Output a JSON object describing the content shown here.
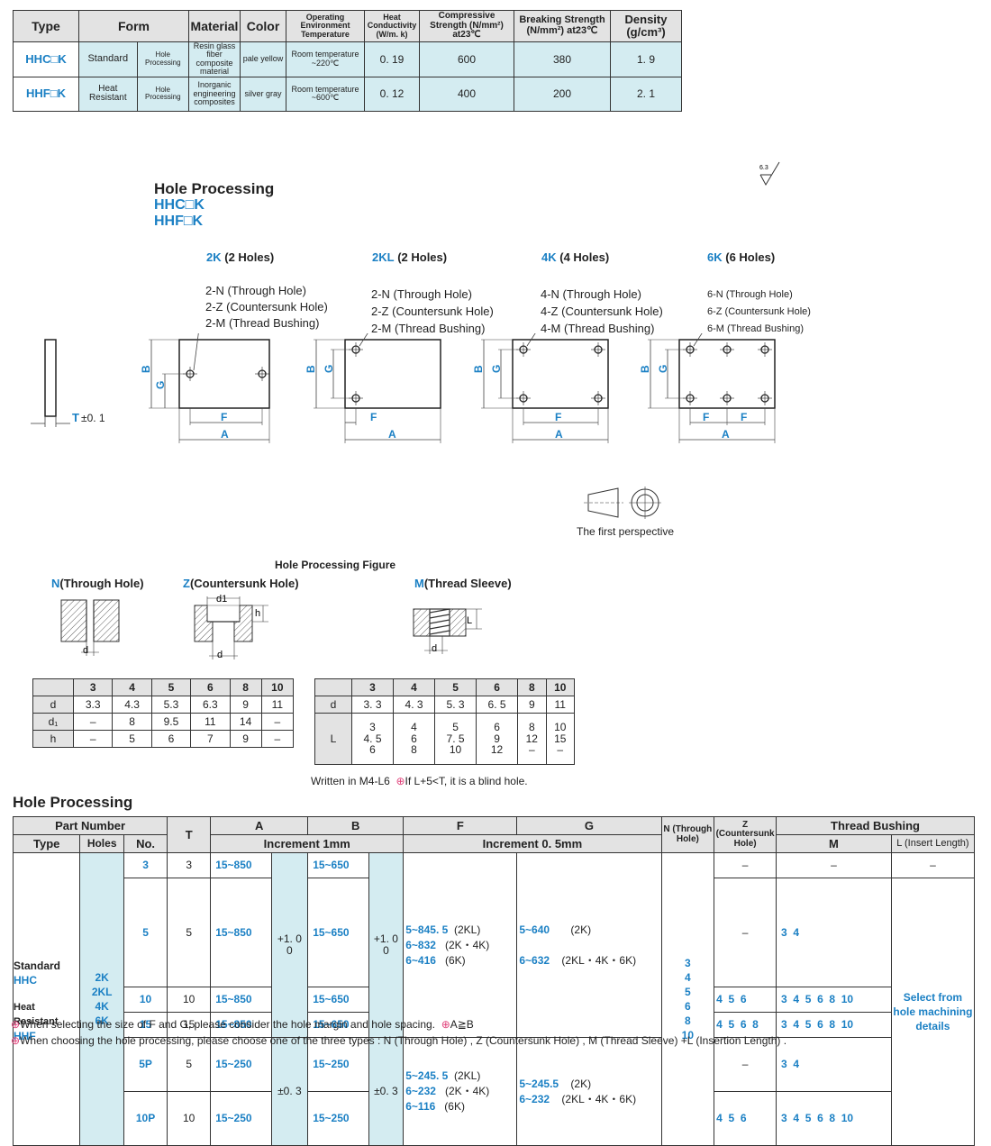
{
  "material_table": {
    "headers": [
      "Type",
      "Form",
      "Material",
      "Color",
      "Operating Environment Temperature",
      "Heat Conductivity (W/m. k)",
      "Compressive Strength (N/mm²) at23℃",
      "Breaking Strength (N/mm²) at23℃",
      "Density (g/cm³)"
    ],
    "rows": [
      {
        "type": "HHC□K",
        "form": "Standard",
        "form2": "Hole Processing",
        "material": "Resin glass fiber composite material",
        "color": "pale yellow",
        "temp": "Room temperature ~220℃",
        "heat": "0. 19",
        "compressive": "600",
        "breaking": "380",
        "density": "1. 9"
      },
      {
        "type": "HHF□K",
        "form": "Heat Resistant",
        "form2": "Hole Processing",
        "material": "Inorganic engineering composites",
        "color": "silver gray",
        "temp": "Room temperature ~600℃",
        "heat": "0. 12",
        "compressive": "400",
        "breaking": "200",
        "density": "2. 1"
      }
    ]
  },
  "roughness_symbol": "6.3",
  "section_title": "Hole Processing",
  "series": [
    "HHC□K",
    "HHF□K"
  ],
  "variants": [
    {
      "code": "2K",
      "desc": "(2 Holes)",
      "lines": [
        "2-N (Through Hole)",
        "2-Z (Countersunk Hole)",
        "2-M (Thread Bushing)"
      ]
    },
    {
      "code": "2KL",
      "desc": "(2 Holes)",
      "lines": [
        "2-N (Through Hole)",
        "2-Z (Countersunk Hole)",
        "2-M (Thread Bushing)"
      ]
    },
    {
      "code": "4K",
      "desc": "(4 Holes)",
      "lines": [
        "4-N (Through Hole)",
        "4-Z (Countersunk Hole)",
        "4-M (Thread Bushing)"
      ]
    },
    {
      "code": "6K",
      "desc": "(6 Holes)",
      "lines": [
        "6-N (Through Hole)",
        "6-Z (Countersunk Hole)",
        "6-M (Thread Bushing)"
      ]
    }
  ],
  "dims": {
    "T": "T",
    "tol": "±0. 1",
    "A": "A",
    "B": "B",
    "F": "F",
    "G": "G"
  },
  "perspective": "The first perspective",
  "hole_figure_title": "Hole Processing Figure",
  "hole_types": {
    "N": {
      "code": "N",
      "label": "(Through Hole)"
    },
    "Z": {
      "code": "Z",
      "label": "(Countersunk Hole)"
    },
    "M": {
      "code": "M",
      "label": "(Thread Sleeve)"
    },
    "d": "d",
    "d1": "d1",
    "h": "h",
    "L": "L"
  },
  "nz_table": {
    "cols": [
      "3",
      "4",
      "5",
      "6",
      "8",
      "10"
    ],
    "d": [
      "3.3",
      "4.3",
      "5.3",
      "6.3",
      "9",
      "11"
    ],
    "d1": [
      "–",
      "8",
      "9.5",
      "11",
      "14",
      "–"
    ],
    "h": [
      "–",
      "5",
      "6",
      "7",
      "9",
      "–"
    ],
    "labels": {
      "d": "d",
      "d1": "d₁",
      "h": "h"
    }
  },
  "m_table": {
    "cols": [
      "3",
      "4",
      "5",
      "6",
      "8",
      "10"
    ],
    "d": [
      "3. 3",
      "4. 3",
      "5. 3",
      "6. 5",
      "9",
      "11"
    ],
    "L": [
      [
        "3",
        "4. 5",
        "6"
      ],
      [
        "4",
        "6",
        "8"
      ],
      [
        "5",
        "7. 5",
        "10"
      ],
      [
        "6",
        "9",
        "12"
      ],
      [
        "8",
        "12",
        "–"
      ],
      [
        "10",
        "15",
        "–"
      ]
    ],
    "labels": {
      "d": "d",
      "L": "L"
    }
  },
  "m_note1": "Written in M4-L6",
  "m_note2": "If L+5<T,  it is a blind hole.",
  "note_mark": "⊕",
  "main_title": "Hole Processing",
  "main_table": {
    "h": {
      "part": "Part Number",
      "type": "Type",
      "holes": "Holes",
      "no": "No.",
      "T": "T",
      "A": "A",
      "B": "B",
      "F": "F",
      "G": "G",
      "inc1": "Increment 1mm",
      "inc05": "Increment 0. 5mm",
      "N": "N (Through Hole)",
      "Z": "Z (Countersunk Hole)",
      "TB": "Thread Bushing",
      "M": "M",
      "L": "L (Insert Length)"
    },
    "type_std": "Standard",
    "type_std_code": "HHC",
    "type_hr": "Heat Resistant",
    "type_hr_code": "HHF",
    "holes": [
      "2K",
      "2KL",
      "4K",
      "6K"
    ],
    "rows": [
      {
        "no": "3",
        "T": "3",
        "A": "15~850",
        "B": "15~650",
        "Z": "–",
        "M": "–",
        "L": "–"
      },
      {
        "no": "5",
        "T": "5",
        "A": "15~850",
        "B": "15~650",
        "Z": "–",
        "M": "3  4"
      },
      {
        "no": "10",
        "T": "10",
        "A": "15~850",
        "B": "15~650",
        "Z": "4  5  6",
        "M": "3  4  5  6  8  10"
      },
      {
        "no": "15",
        "T": "15",
        "A": "15~850",
        "B": "15~650",
        "Z": "4  5  6  8",
        "M": "3  4  5  6  8  10"
      },
      {
        "no": "5P",
        "T": "5",
        "A": "15~250",
        "B": "15~250",
        "Z": "–",
        "M": "3  4"
      },
      {
        "no": "10P",
        "T": "10",
        "A": "15~250",
        "B": "15~250",
        "Z": "4  5  6",
        "M": "3  4  5  6  8  10"
      }
    ],
    "tolA1": "+1. 0\n0",
    "tolB1": "+1. 0\n0",
    "tolA2": "±0. 3",
    "tolB2": "±0. 3",
    "F1": [
      "5~845. 5  (2KL)",
      "6~832   (2K・4K)",
      "6~416   (6K)"
    ],
    "G1": [
      "5~640       (2K)",
      "6~632    (2KL・4K・6K)"
    ],
    "F2": [
      "5~245. 5  (2KL)",
      "6~232   (2K・4K)",
      "6~116   (6K)"
    ],
    "G2": [
      "5~245.5    (2K)",
      "6~232    (2KL・4K・6K)"
    ],
    "N": [
      "3",
      "4",
      "5",
      "6",
      "8",
      "10"
    ],
    "L_select": "Select from hole machining details"
  },
  "footnotes": [
    "When selecting the size of F and G, please consider the hole margin and hole spacing.",
    "A≧B",
    "When choosing the hole processing,  please choose one of the three types : N (Through Hole) ,  Z (Countersunk Hole) ,  M (Thread Sleeve) +L (Insertion Length) ."
  ]
}
